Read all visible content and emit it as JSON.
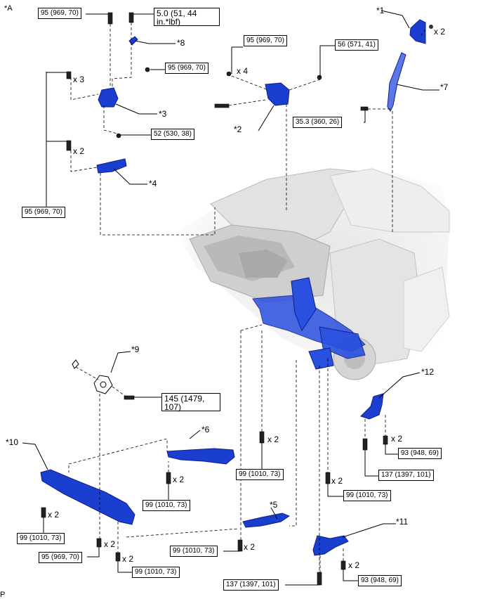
{
  "figure_label": "*A",
  "footer_label": "P",
  "torque_specs": [
    "95 (969, 70)",
    "5.0 (51, 44 in.*lbf)",
    "95 (969, 70)",
    "95 (969, 70)",
    "56 (571, 41)",
    "35.3 (360, 26)",
    "52 (530, 38)",
    "95 (969, 70)",
    "145 (1479, 107)",
    "99 (1010, 73)",
    "99 (1010, 73)",
    "93 (948, 69)",
    "137 (1397, 101)",
    "99 (1010, 73)",
    "99 (1010, 73)",
    "95 (969, 70)",
    "99 (1010, 73)",
    "99 (1010, 73)",
    "137 (1397, 101)",
    "93 (948, 69)"
  ],
  "callouts": [
    "*1",
    "*2",
    "*3",
    "*4",
    "*5",
    "*6",
    "*7",
    "*8",
    "*9",
    "*10",
    "*11",
    "*12"
  ],
  "quantities": [
    "x 2",
    "x 3",
    "x 4",
    "x 2",
    "x 2",
    "x 2",
    "x 2",
    "x 2",
    "x 2",
    "x 2",
    "x 2",
    "x 2",
    "x 2",
    "x 2"
  ],
  "colors": {
    "part_blue": "#1a3fd0",
    "part_dark": "#0d1f8a",
    "line": "#000000",
    "car_gray": "#c8c8c8"
  }
}
